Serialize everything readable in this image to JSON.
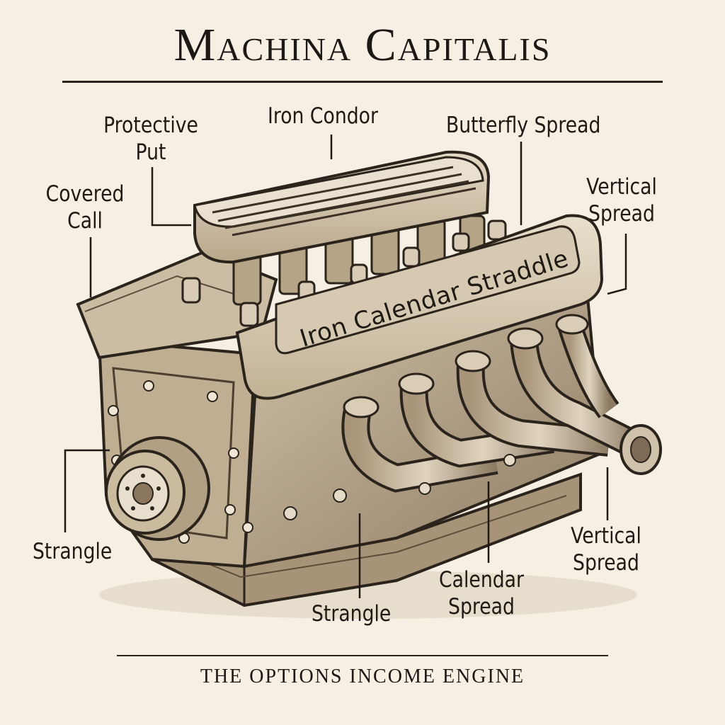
{
  "title": "Machina Capitalis",
  "footer": "THE OPTIONS INCOME ENGINE",
  "engine_plate": "Iron Calendar Straddle",
  "labels": {
    "protective_put_line1": "Protective",
    "protective_put_line2": "Put",
    "iron_condor": "Iron Condor",
    "butterfly_spread": "Butterfly Spread",
    "covered_call_line1": "Covered",
    "covered_call_line2": "Call",
    "vertical_spread_top_line1": "Vertical",
    "vertical_spread_top_line2": "Spread",
    "strangle_left": "Strangle",
    "strangle_bottom": "Strangle",
    "calendar_spread_line1": "Calendar",
    "calendar_spread_line2": "Spread",
    "vertical_spread_bottom_line1": "Vertical",
    "vertical_spread_bottom_line2": "Spread"
  },
  "colors": {
    "background": "#f6efe3",
    "ink": "#1f1a14",
    "metal_light": "#d9cdb8",
    "metal_mid": "#b8a68a",
    "metal_dark": "#7d6b55"
  }
}
